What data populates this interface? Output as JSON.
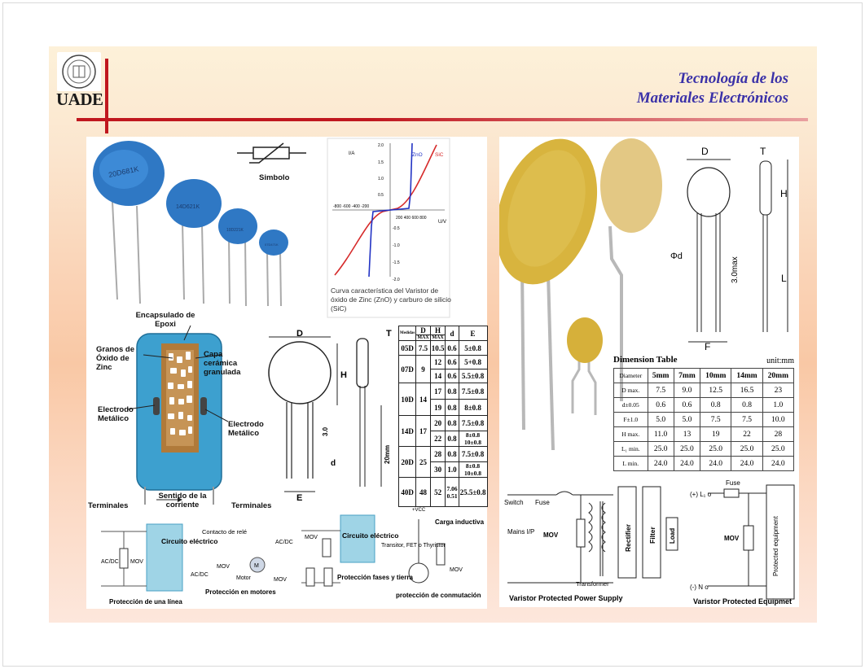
{
  "header": {
    "logo_text": "UADE",
    "title_line1": "Tecnología de los",
    "title_line2": "Materiales Electrónicos"
  },
  "left_panel": {
    "symbol_label": "Simbolo",
    "curve_caption": "Curva característica del Varistor de óxido de Zinc (ZnO) y carburo de silicio (SiC)",
    "graph": {
      "y_label": "I/A",
      "x_label": "U/V",
      "series": [
        "ZnO",
        "SiC"
      ],
      "y_ticks": [
        "2.0",
        "1.5",
        "1.0",
        "0.5",
        "-0.5",
        "-1.0",
        "-1.5",
        "-2.0"
      ],
      "x_ticks_neg": "-800 -600 -400 -200",
      "x_ticks_pos": "200 400 600 800"
    },
    "components": [
      "20D681K",
      "14D621K",
      "10D221K",
      "07D471K"
    ],
    "cross_section": {
      "encapsulado": "Encapsulado de Epoxi",
      "granos": "Granos de Óxido de Zinc",
      "capa": "Capa cerámica granulada",
      "electrodo_l": "Electrodo Metálico",
      "electrodo_r": "Electrodo Metálico",
      "sentido": "Sentido de la corriente",
      "term_l": "Terminales",
      "term_r": "Terminales"
    },
    "dims": {
      "D": "D",
      "T": "T",
      "H": "H",
      "d": "d",
      "E": "E",
      "h3": "3.0",
      "mm20": "20mm"
    },
    "table": {
      "headers": [
        "Medidas",
        "D",
        "H",
        "d",
        "E"
      ],
      "sub": [
        "MAX",
        "MAX"
      ],
      "rows": [
        [
          "05D",
          "7.5",
          "10.5",
          "0.6",
          "5±0.8"
        ],
        [
          "07D",
          "9",
          "12",
          "0.6",
          "5+0.8"
        ],
        [
          "",
          "",
          "14",
          "0.6",
          "5.5±0.8"
        ],
        [
          "10D",
          "14",
          "17",
          "0.8",
          "7.5±0.8"
        ],
        [
          "",
          "",
          "19",
          "0.8",
          "8±0.8"
        ],
        [
          "14D",
          "17",
          "20",
          "0.8",
          "7.5±0.8"
        ],
        [
          "",
          "",
          "22",
          "0.8",
          "8±0.8 10±0.8"
        ],
        [
          "20D",
          "25",
          "28",
          "0.8",
          "7.5±0.8"
        ],
        [
          "",
          "",
          "30",
          "1.0",
          "8±0.8 10±0.8"
        ],
        [
          "40D",
          "48",
          "52",
          "7.06 0.51",
          "25.5±0.8"
        ]
      ]
    },
    "circuits": {
      "acdc1": "AC/DC",
      "mov1": "MOV",
      "circuito1": "Circuito eléctrico",
      "prot1": "Protección de una línea",
      "contacto": "Contacto de relé",
      "mov2": "MOV",
      "acdc2": "AC/DC",
      "motor": "Motor",
      "m": "M",
      "prot2": "Protección en motores",
      "acdc3": "AC/DC",
      "mov3a": "MOV",
      "mov3b": "MOV",
      "circuito3": "Circuito eléctrico",
      "prot3": "Protección fases y tierra",
      "vcc": "+VCC",
      "carga": "Carga inductiva",
      "transistor": "Transitor, FET o Thyristor",
      "mov4": "MOV",
      "prot4": "protección de conmutación"
    }
  },
  "right_panel": {
    "dims": {
      "D": "D",
      "T": "T",
      "H": "H",
      "phi_d": "Φd",
      "max": "3.0max",
      "L": "L",
      "F": "F"
    },
    "dimension_table": {
      "title": "Dimension Table",
      "unit": "unit:mm",
      "headers": [
        "Diameter",
        "5mm",
        "7mm",
        "10mm",
        "14mm",
        "20mm"
      ],
      "rows": [
        [
          "D max.",
          "7.5",
          "9.0",
          "12.5",
          "16.5",
          "23"
        ],
        [
          "d±0.05",
          "0.6",
          "0.6",
          "0.8",
          "0.8",
          "1.0"
        ],
        [
          "F±1.0",
          "5.0",
          "5.0",
          "7.5",
          "7.5",
          "10.0"
        ],
        [
          "H max.",
          "11.0",
          "13",
          "19",
          "22",
          "28"
        ],
        [
          "L₁ min.",
          "25.0",
          "25.0",
          "25.0",
          "25.0",
          "25.0"
        ],
        [
          "L min.",
          "24.0",
          "24.0",
          "24.0",
          "24.0",
          "24.0"
        ]
      ]
    },
    "power_supply": {
      "switch": "Switch",
      "fuse": "Fuse",
      "mains": "Mains I/P",
      "mov": "MOV",
      "transformer": "Transformer",
      "rectifier": "Rectifier",
      "filter": "Filter",
      "load": "Load",
      "caption": "Varistor Protected Power Supply"
    },
    "equipment": {
      "fuse": "Fuse",
      "l1": "(+) L₁ o",
      "n": "(-) N o",
      "mov": "MOV",
      "protected": "Protected equipment",
      "caption": "Varistor Protected Equipmet"
    }
  }
}
